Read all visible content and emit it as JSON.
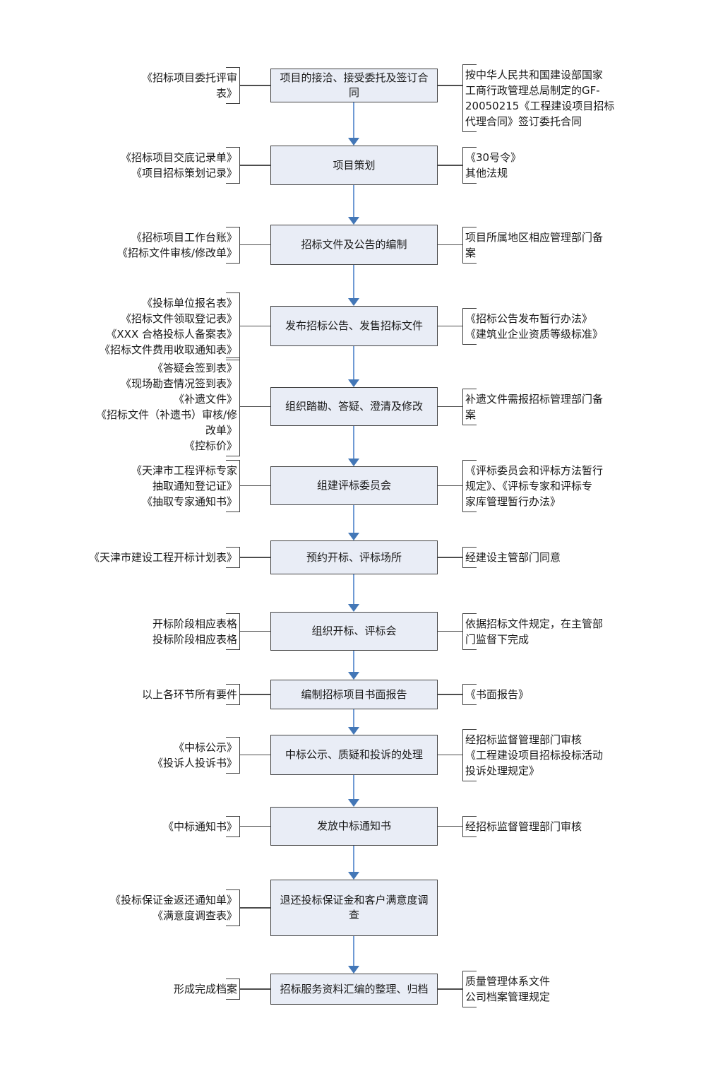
{
  "colors": {
    "box_fill": "#e9edf6",
    "box_border": "#404040",
    "line": "#4d4d4d",
    "arrow_shaft": "#6f9ad4",
    "arrow_head": "#4377b7",
    "text": "#1a1a1a"
  },
  "flow": {
    "rows": [
      {
        "box": "项目的接洽、接受委托及签订合\n同",
        "left": "《招标项目委托评审\n表》",
        "right": "按中华人民共和国建设部国家\n工商行政管理总局制定的GF-\n20050215《工程建设项目招标\n代理合同》签订委托合同"
      },
      {
        "box": "项目策划",
        "left": "《招标项目交底记录单》\n《项目招标策划记录》",
        "right": "《30号令》\n其他法规"
      },
      {
        "box": "招标文件及公告的编制",
        "left": "《招标项目工作台账》\n《招标文件审核/修改单》",
        "right": "项目所属地区相应管理部门备\n案"
      },
      {
        "box": "发布招标公告、发售招标文件",
        "left": "《投标单位报名表》\n《招标文件领取登记表》\n《XXX 合格投标人备案表》\n《招标文件费用收取通知表》",
        "right": "《招标公告发布暂行办法》\n《建筑业企业资质等级标准》"
      },
      {
        "box": "组织踏勘、答疑、澄清及修改",
        "left": "《答疑会签到表》\n《现场勘查情况签到表》\n《补遗文件》\n《招标文件（补遗书）审核/修\n改单》\n《控标价》",
        "right": "补遗文件需报招标管理部门备\n案"
      },
      {
        "box": "组建评标委员会",
        "left": "《天津市工程评标专家\n抽取通知登记证》\n《抽取专家通知书》",
        "right": "《评标委员会和评标方法暂行\n规定》、《评标专家和评标专\n家库管理暂行办法》"
      },
      {
        "box": "预约开标、评标场所",
        "left": "《天津市建设工程开标计划表》",
        "right": "经建设主管部门同意"
      },
      {
        "box": "组织开标、评标会",
        "left": "开标阶段相应表格\n投标阶段相应表格",
        "right": "依据招标文件规定，在主管部\n门监督下完成"
      },
      {
        "box": "编制招标项目书面报告",
        "left": "以上各环节所有要件",
        "right": "《书面报告》"
      },
      {
        "box": "中标公示、质疑和投诉的处理",
        "left": "《中标公示》\n《投诉人投诉书》",
        "right": "经招标监督管理部门审核\n《工程建设项目招标投标活动\n投诉处理规定》"
      },
      {
        "box": "发放中标通知书",
        "left": "《中标通知书》",
        "right": "经招标监督管理部门审核"
      },
      {
        "box": "退还投标保证金和客户满意度调\n查",
        "left": "《投标保证金返还通知单》\n《满意度调查表》",
        "right": null
      },
      {
        "box": "招标服务资料汇编的整理、归档",
        "left": "形成完成档案",
        "right": "质量管理体系文件\n公司档案管理规定"
      }
    ]
  }
}
